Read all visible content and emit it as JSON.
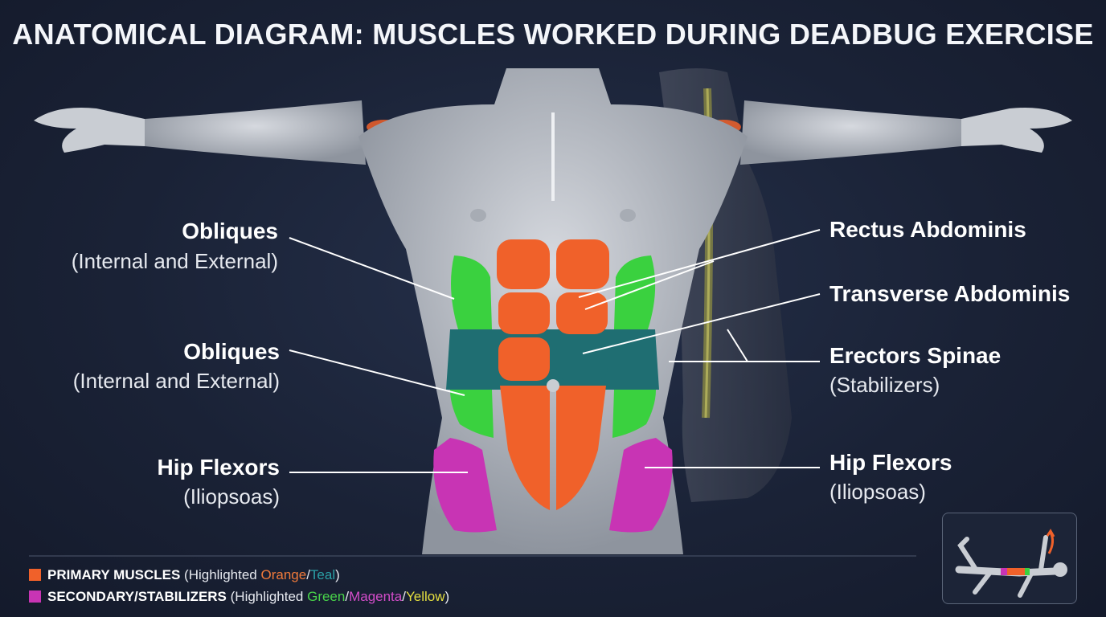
{
  "title": "ANATOMICAL DIAGRAM: MUSCLES WORKED DURING DEADBUG EXERCISE",
  "labels": {
    "obliques_upper": {
      "name": "Obliques",
      "sub": "(Internal and External)"
    },
    "obliques_lower": {
      "name": "Obliques",
      "sub": "(Internal and External)"
    },
    "hip_flexors_left": {
      "name": "Hip Flexors",
      "sub": "(Iliopsoas)"
    },
    "rectus_abdominis": {
      "name": "Rectus Abdominis"
    },
    "transverse_abdominis": {
      "name": "Transverse Abdominis"
    },
    "erectors_spinae": {
      "name": "Erectors Spinae",
      "sub": "(Stabilizers)"
    },
    "hip_flexors_right": {
      "name": "Hip Flexors",
      "sub": "(Iliopsoas)"
    }
  },
  "legend": {
    "primary": {
      "label": "PRIMARY MUSCLES",
      "open": "(Highlighted ",
      "c1": "Orange",
      "sep": "/",
      "c2": "Teal",
      "close": ")"
    },
    "secondary": {
      "label": "SECONDARY/STABILIZERS",
      "open": "(Highlighted ",
      "c1": "Green",
      "sep1": "/",
      "c2": "Magenta",
      "sep2": "/",
      "c3": "Yellow",
      "close": ")"
    }
  },
  "colors": {
    "orange": "#f0612a",
    "teal": "#1f6e72",
    "green": "#3ad13f",
    "magenta": "#c834b4",
    "yellow": "#d8d23a",
    "body": "#b9bec6",
    "primary_swatch": "#f0612a",
    "secondary_swatch": "#c834b4",
    "legend_orange_text": "#f07a3a",
    "legend_teal_text": "#2aa0a6",
    "legend_green_text": "#48d24a",
    "legend_magenta_text": "#d24cc8",
    "legend_yellow_text": "#e5df3f"
  }
}
